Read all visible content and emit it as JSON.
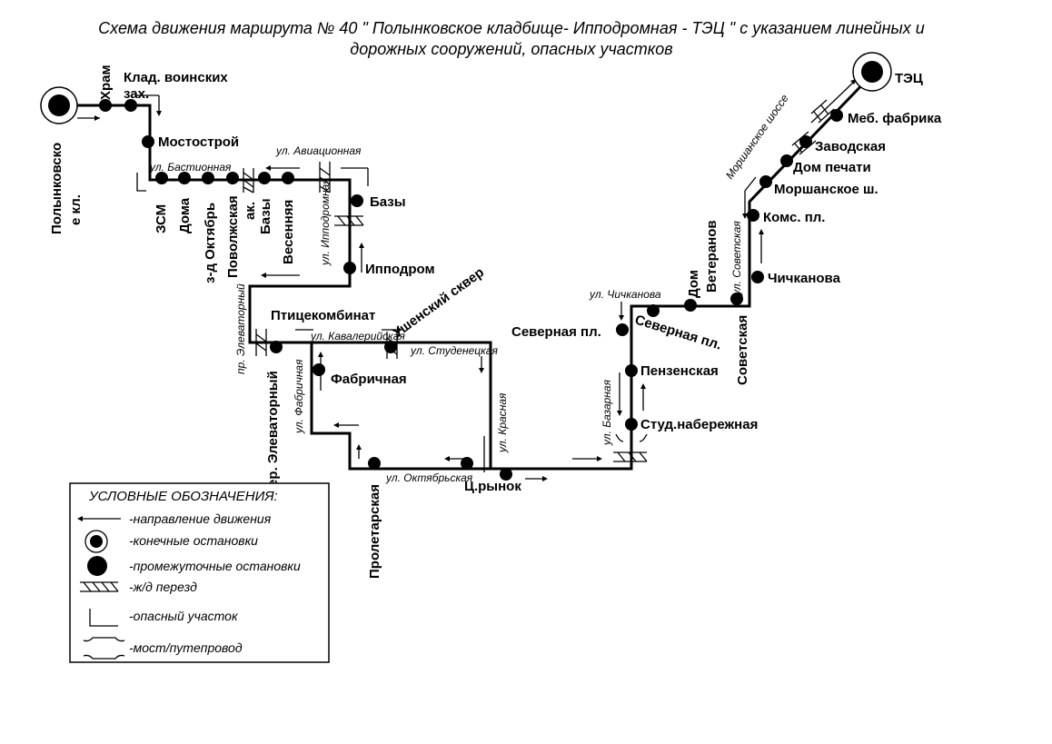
{
  "title": {
    "line1": "Схема движения маршрута № 40 \" Полынковское кладбище- Ипподромная - ТЭЦ \" с указанием линейных и",
    "line2": "дорожных сооружений, опасных участков"
  },
  "terminals": {
    "west_line1": "Полынковско",
    "west_line2": "е кл.",
    "east": "ТЭЦ"
  },
  "stops": {
    "hram": "Храм",
    "klad1": "Клад. воинских",
    "klad2": "зах.",
    "mostostroy": "Мостострой",
    "zsm": "ЗСМ",
    "doma": "Дома",
    "oktyabr": "з-д Октябрь",
    "povolzh": "Поволжская",
    "ak": "ак.",
    "bazy_v": "Базы",
    "vesennyaya": "Весенняя",
    "bazy": "Базы",
    "ippodrom": "Ипподром",
    "ptitse": "Птицекомбинат",
    "skver": "Ушенский сквер",
    "fabrichnaya": "Фабричная",
    "el_per": "пер. Элеваторный",
    "proletarskaya": "Пролетарская",
    "tsrynok": "Ц.рынок",
    "sev_pl1": "Северная пл.",
    "sev_pl2": "Северная пл.",
    "penzenskaya": "Пензенская",
    "stud": "Студ.набережная",
    "dom_vet1": "Дом",
    "dom_vet2": "Ветеранов",
    "sovetskaya": "Советская",
    "chichkanova": "Чичканова",
    "koms": "Комс. пл.",
    "morsh": "Моршанское ш.",
    "dom_pech": "Дом печати",
    "zavodskaya": "Заводская",
    "meb": "Меб. фабрика"
  },
  "streets": {
    "aviatsionnaya": "ул. Авиационная",
    "bastionnaya": "ул. Бастионная",
    "ippodromnaya": "ул. Ипподромная",
    "elevatorny": "пр. Элеваторный",
    "kavaleriyskaya": "ул. Кавалерийская",
    "studenetskaya": "ул. Студенецкая",
    "fabrichnaya": "ул. Фабричная",
    "krasnaya": "ул. Красная",
    "oktyabrskaya": "ул. Октябрьская",
    "bazarnaya": "ул. Базарная",
    "chichkanova": "ул. Чичканова",
    "sovetskaya": "ул. Советская",
    "morshanskoe": "Моршанское шоссе"
  },
  "legend": {
    "title": "УСЛОВНЫЕ ОБОЗНАЧЕНИЯ:",
    "direction": "-направление движения",
    "terminal": "-конечные остановки",
    "intermediate": "-промежуточные остановки",
    "railway": "-ж/д перезд",
    "danger": "-опасный участок",
    "bridge": "-мост/путепровод"
  }
}
